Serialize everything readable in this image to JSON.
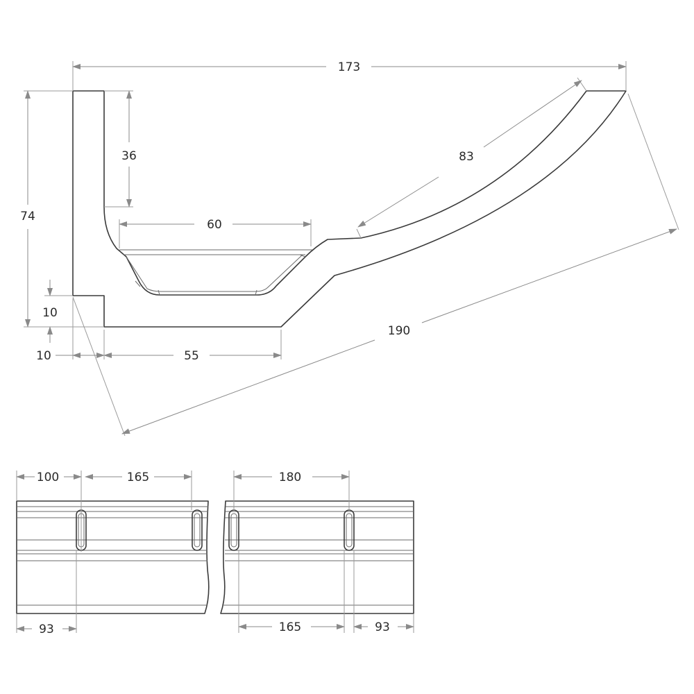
{
  "dimensions": {
    "total_width": "173",
    "height": "74",
    "upright": "36",
    "channel": "60",
    "slope": "83",
    "diagonal": "190",
    "base_thickness": "10",
    "wall_thickness": "10",
    "base_length": "55"
  },
  "strip_dimensions": {
    "left_top_a": "100",
    "left_top_b": "165",
    "right_top": "180",
    "left_bottom": "93",
    "right_bottom_a": "165",
    "right_bottom_b": "93"
  },
  "colors": {
    "line": "#3a3a3a",
    "dimension": "#8a8a8a",
    "text": "#2a2a2a"
  }
}
